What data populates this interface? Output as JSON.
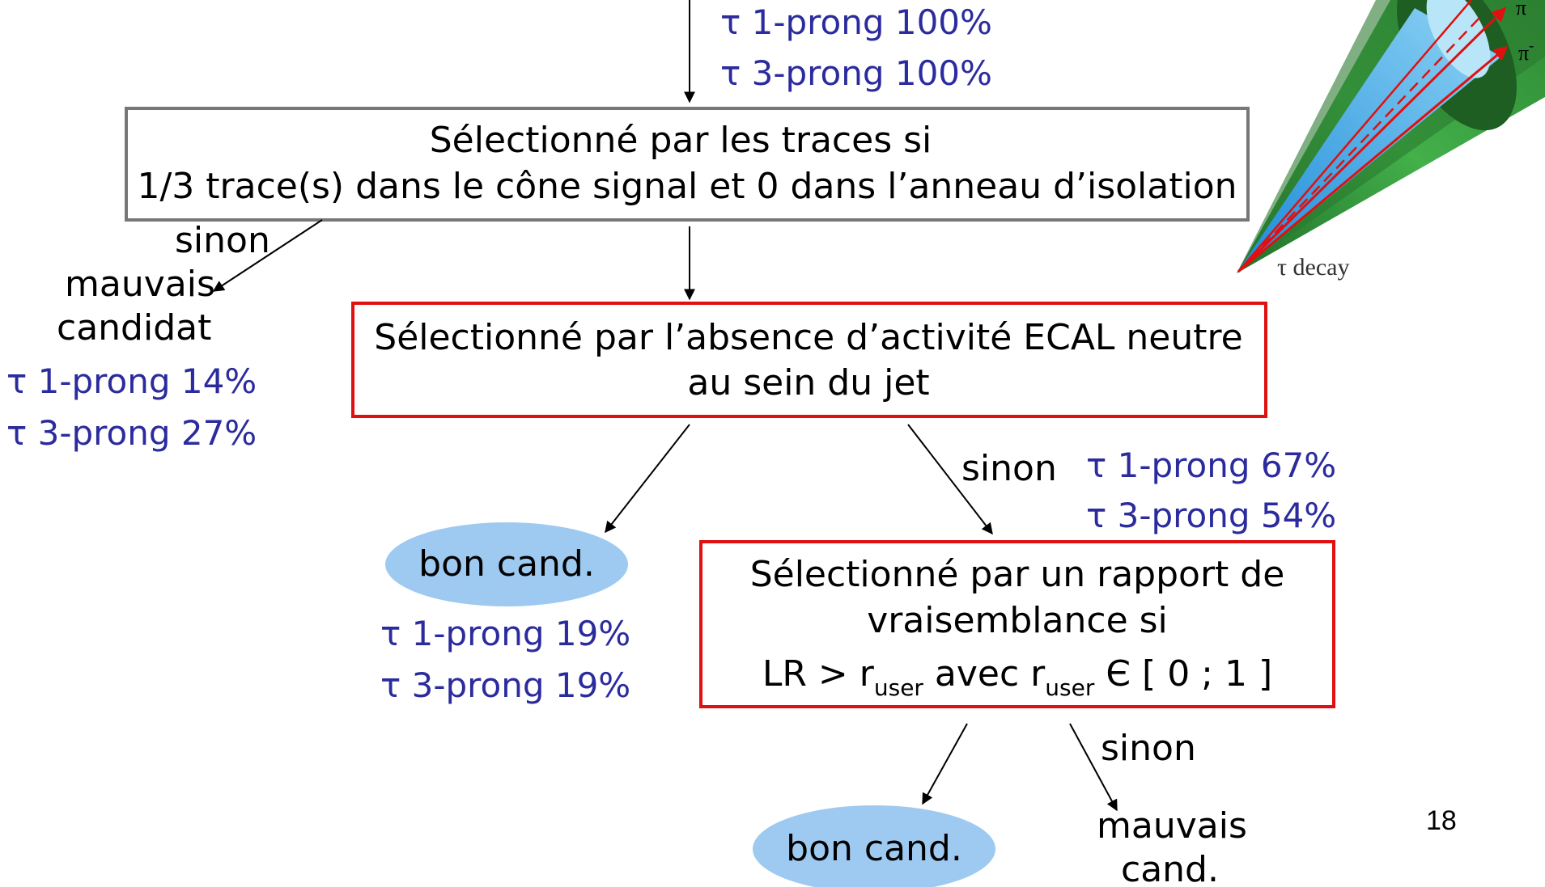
{
  "colors": {
    "box_gray_border": "#777777",
    "box_red_border": "#e01010",
    "ellipse_fill": "#9ec9f0",
    "percent_text": "#2b2b9e",
    "arrow": "#000000"
  },
  "top_stats": {
    "one_prong": "τ  1-prong  100%",
    "three_prong": "τ  3-prong  100%"
  },
  "box1": {
    "line1": "Sélectionné par les traces si",
    "line2": "1/3 trace(s) dans le cône signal et 0 dans l’anneau d’isolation"
  },
  "reject1": {
    "sinon": "sinon",
    "line1": "mauvais",
    "line2": "candidat",
    "one_prong": "τ  1-prong  14%",
    "three_prong": "τ  3-prong  27%"
  },
  "box2": {
    "line1": "Sélectionné par l’absence d’activité ECAL neutre",
    "line2": "au sein du jet"
  },
  "good1": {
    "label": "bon cand.",
    "one_prong": "τ  1-prong  19%",
    "three_prong": "τ  3-prong  19%"
  },
  "branch2": {
    "sinon": "sinon",
    "one_prong": "τ  1-prong  67%",
    "three_prong": "τ  3-prong  54%"
  },
  "box3": {
    "line1": "Sélectionné par un rapport de",
    "line2": "vraisemblance si",
    "lr_prefix": "LR > r",
    "sub1": "user",
    "lr_mid": " avec r",
    "sub2": "user",
    "lr_suffix": " Є [ 0 ; 1 ]"
  },
  "good2": {
    "label": "bon cand."
  },
  "reject2": {
    "sinon": "sinon",
    "line1": "mauvais",
    "line2": "cand."
  },
  "page_number": "18",
  "cone_figure": {
    "label": "τ decay",
    "pi_top": "π",
    "pi_minus": "π",
    "pi_minus_sup": "-"
  }
}
